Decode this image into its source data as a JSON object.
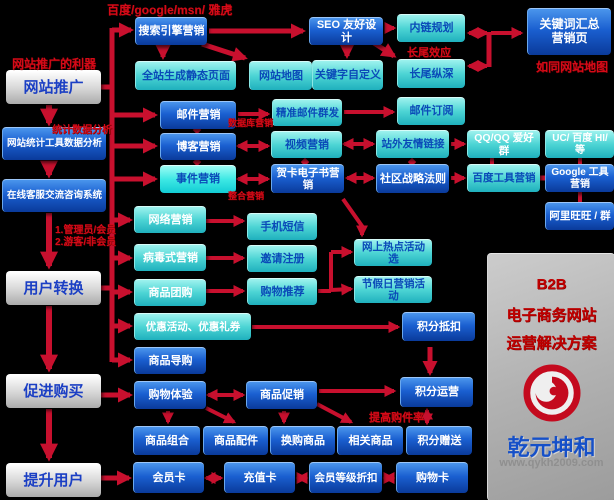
{
  "diagram": {
    "background_color": "#000000",
    "arrow_color": "#c8102e",
    "annotation_color": "#d40a18",
    "box_colors": {
      "dark_blue": "#0a3a9a",
      "cyan": "#2ec4c4",
      "gray": "#d5d5d5"
    },
    "nodes": [
      {
        "id": "promo",
        "label": "网站推广"
      },
      {
        "id": "stats",
        "label": "网站统计工具数据分析"
      },
      {
        "id": "service",
        "label": "在线客服交流咨询系统"
      },
      {
        "id": "convert",
        "label": "用户转换"
      },
      {
        "id": "purchase",
        "label": "促进购买"
      },
      {
        "id": "improve",
        "label": "提升用户"
      },
      {
        "id": "sem",
        "label": "搜索引擎营销"
      },
      {
        "id": "seo",
        "label": "SEO 友好设计"
      },
      {
        "id": "neilian",
        "label": "内链规划"
      },
      {
        "id": "kwpage",
        "label": "关键词汇总\n营销页"
      },
      {
        "id": "static",
        "label": "全站生成静态页面"
      },
      {
        "id": "sitemap",
        "label": "网站地图"
      },
      {
        "id": "kwcustom",
        "label": "关键字自定义"
      },
      {
        "id": "longtail",
        "label": "长尾纵深"
      },
      {
        "id": "email",
        "label": "邮件营销"
      },
      {
        "id": "pemail",
        "label": "精准邮件群发"
      },
      {
        "id": "esub",
        "label": "邮件订阅"
      },
      {
        "id": "blog",
        "label": "博客营销"
      },
      {
        "id": "video",
        "label": "视频营销"
      },
      {
        "id": "flinks",
        "label": "站外友情链接"
      },
      {
        "id": "qq",
        "label": "QQ/QQ 爱好群"
      },
      {
        "id": "uchi",
        "label": "UC/ 百度 HI/ 等"
      },
      {
        "id": "event",
        "label": "事件营销"
      },
      {
        "id": "greeting",
        "label": "贺卡电子书营销"
      },
      {
        "id": "community",
        "label": "社区战略法则"
      },
      {
        "id": "baidutools",
        "label": "百度工具营销"
      },
      {
        "id": "googletools",
        "label": "Google 工具营销"
      },
      {
        "id": "aliww",
        "label": "阿里旺旺 / 群"
      },
      {
        "id": "netmkt",
        "label": "网络营销"
      },
      {
        "id": "sms",
        "label": "手机短信"
      },
      {
        "id": "viral",
        "label": "病毒式营销"
      },
      {
        "id": "invite",
        "label": "邀请注册"
      },
      {
        "id": "hotact",
        "label": "网上热点活动选"
      },
      {
        "id": "groupbuy",
        "label": "商品团购"
      },
      {
        "id": "shoprec",
        "label": "购物推荐"
      },
      {
        "id": "holiday",
        "label": "节假日营销活动"
      },
      {
        "id": "coupons",
        "label": "优惠活动、优惠礼券"
      },
      {
        "id": "pdeduct",
        "label": "积分抵扣"
      },
      {
        "id": "guide",
        "label": "商品导购"
      },
      {
        "id": "exper",
        "label": "购物体验"
      },
      {
        "id": "promo2",
        "label": "商品促销"
      },
      {
        "id": "pops",
        "label": "积分运营"
      },
      {
        "id": "combo",
        "label": "商品组合"
      },
      {
        "id": "access",
        "label": "商品配件"
      },
      {
        "id": "exchange",
        "label": "换购商品"
      },
      {
        "id": "related",
        "label": "相关商品"
      },
      {
        "id": "pgift",
        "label": "积分赠送"
      },
      {
        "id": "mcard",
        "label": "会员卡"
      },
      {
        "id": "rcard",
        "label": "充值卡"
      },
      {
        "id": "leveldisc",
        "label": "会员等级折扣"
      },
      {
        "id": "scard",
        "label": "购物卡"
      }
    ],
    "annotations": [
      {
        "id": "a1",
        "text": "百度/google/msn/ 雅虎"
      },
      {
        "id": "a2",
        "text": "网站推广的利器"
      },
      {
        "id": "a3",
        "text": "统计数据分析"
      },
      {
        "id": "a4",
        "text": "长尾效应"
      },
      {
        "id": "a5",
        "text": "如同网站地图"
      },
      {
        "id": "a6",
        "text": "数据库营销"
      },
      {
        "id": "a7",
        "text": "整合营销"
      },
      {
        "id": "a8a",
        "text": "1.管理员/会员"
      },
      {
        "id": "a8b",
        "text": "2.游客/非会员"
      },
      {
        "id": "a9",
        "text": "提高购件率"
      }
    ],
    "panel": {
      "title_line1": "B2B",
      "title_line2": "电子商务网站",
      "title_line3": "运营解决方案",
      "brand": "乾元坤和",
      "website": "www.qykh2009.com",
      "logo": "phoenix-swirl-logo"
    }
  }
}
